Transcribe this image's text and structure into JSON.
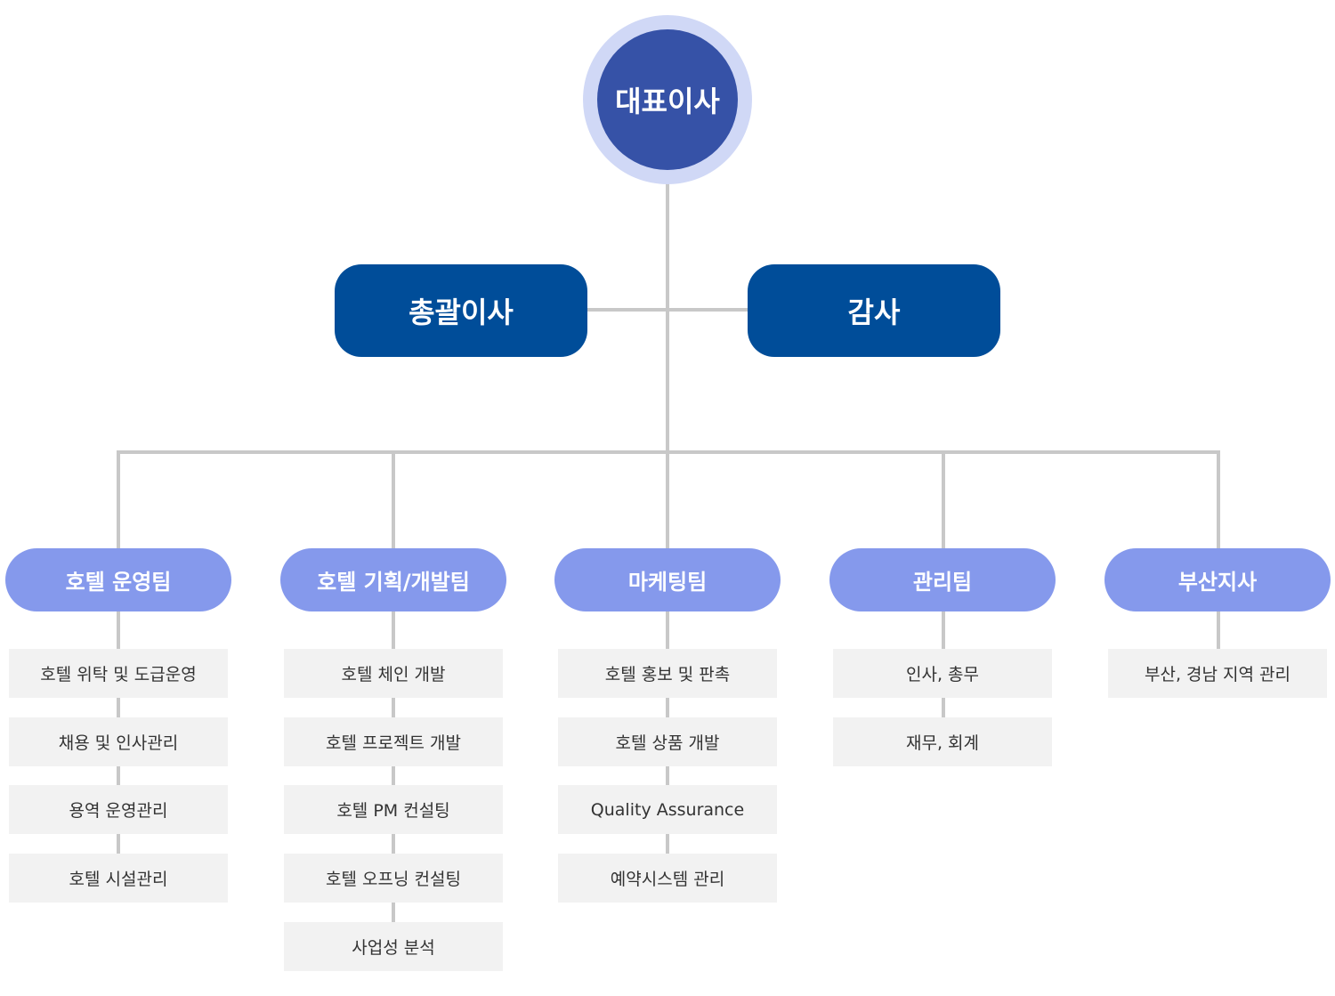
{
  "ceo": {
    "label": "대표이사"
  },
  "executives": {
    "left": {
      "label": "총괄이사"
    },
    "right": {
      "label": "감사"
    }
  },
  "teams": [
    {
      "label": "호텔 운영팀",
      "tasks": [
        "호텔 위탁 및 도급운영",
        "채용 및 인사관리",
        "용역 운영관리",
        "호텔 시설관리"
      ]
    },
    {
      "label": "호텔 기획/개발팀",
      "tasks": [
        "호텔 체인 개발",
        "호텔 프로젝트 개발",
        "호텔 PM 컨설팅",
        "호텔 오프닝 컨설팅",
        "사업성 분석"
      ]
    },
    {
      "label": "마케팅팀",
      "tasks": [
        "호텔 홍보 및 판촉",
        "호텔 상품 개발",
        "Quality Assurance",
        "예약시스템 관리"
      ]
    },
    {
      "label": "관리팀",
      "tasks": [
        "인사, 총무",
        "재무, 회계"
      ]
    },
    {
      "label": "부산지사",
      "tasks": [
        "부산, 경남 지역 관리"
      ]
    }
  ]
}
